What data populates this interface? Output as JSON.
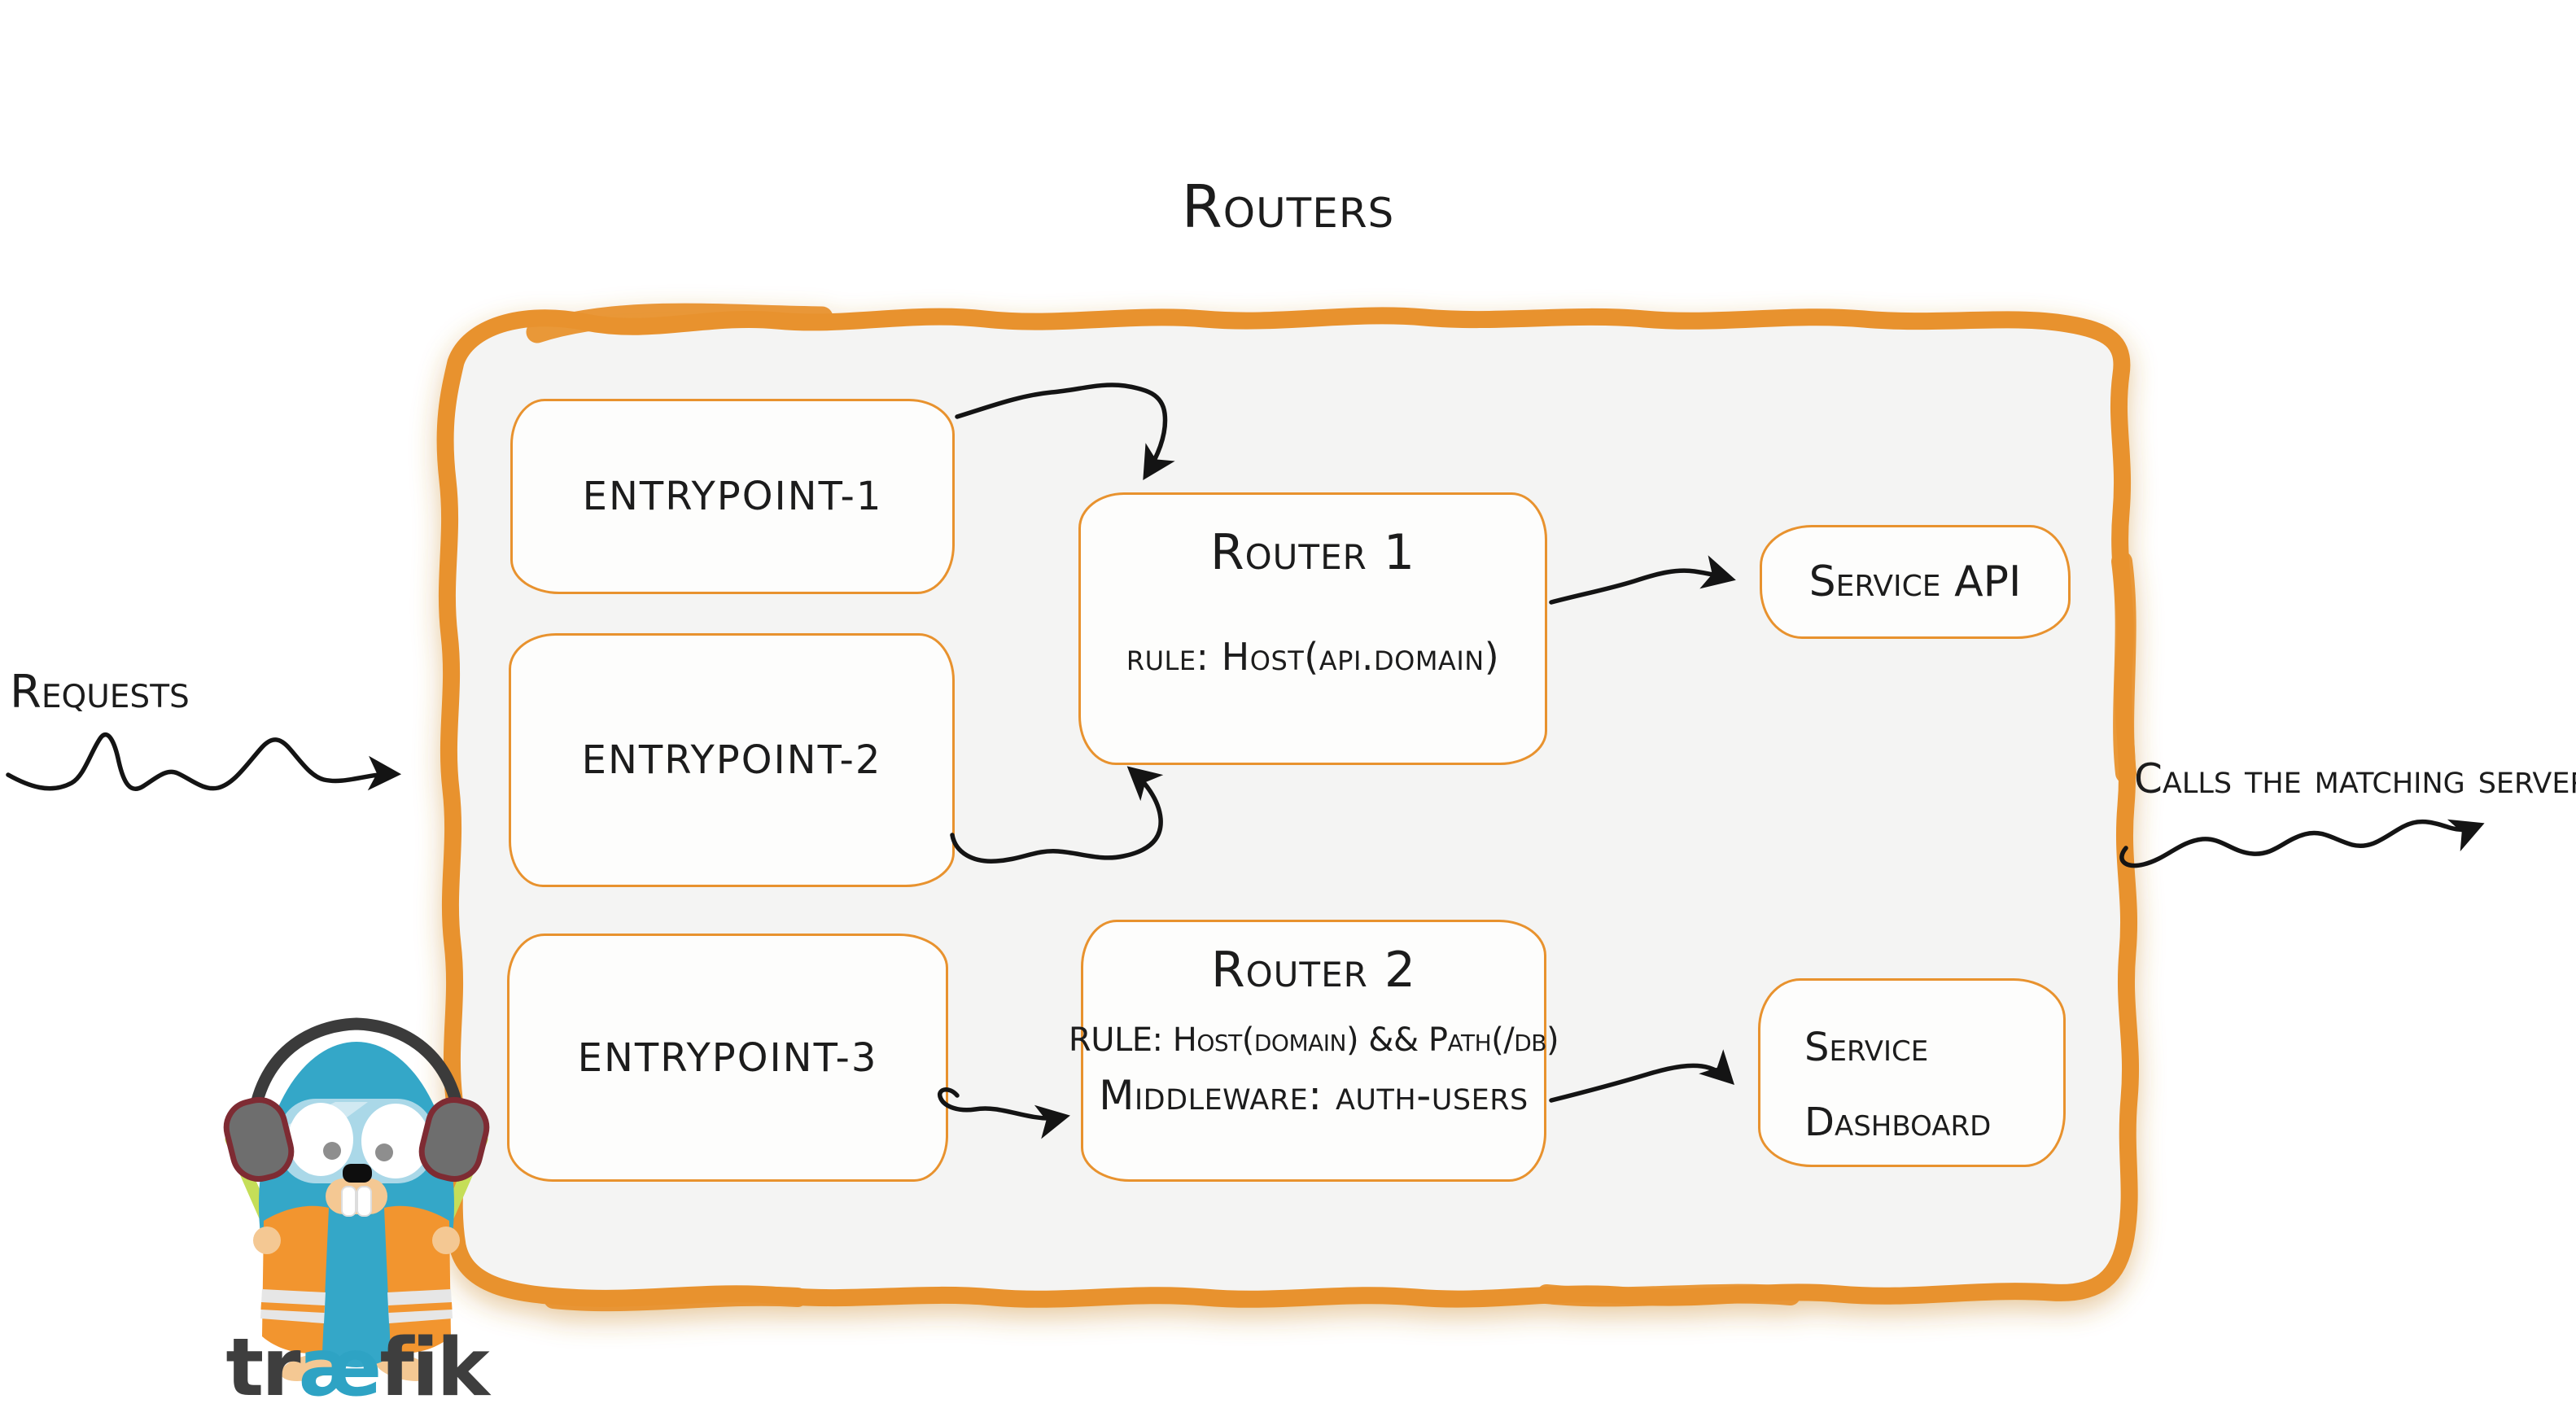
{
  "title": "Routers",
  "annotations": {
    "requests": "Requests",
    "calls": "Calls the matching server"
  },
  "entrypoints": [
    {
      "label": "entrypoint-1"
    },
    {
      "label": "entrypoint-2"
    },
    {
      "label": "entrypoint-3"
    }
  ],
  "routers": [
    {
      "title": "Router 1",
      "rule": "rule: Host(api.domain)"
    },
    {
      "title": "Router 2",
      "rule": "RULE: Host(domain) && Path(/db)",
      "middleware": "Middleware: auth-users"
    }
  ],
  "services": [
    {
      "lines": [
        "Service API"
      ]
    },
    {
      "lines": [
        "Service",
        "Dashboard"
      ]
    }
  ],
  "logo": {
    "wordmark_start": "tr",
    "wordmark_ligature": "æ",
    "wordmark_end": "fik"
  },
  "colors": {
    "accent_orange": "#E8922E",
    "container_fill": "#F4F4F3",
    "box_fill": "#FDFDFC",
    "ink": "#1C1C1C",
    "mascot_blue": "#34A7C8",
    "wordmark_gray": "#3E3E3E",
    "wordmark_ae_blue": "#2EA3C4",
    "baton_green": "#C5DE58"
  }
}
